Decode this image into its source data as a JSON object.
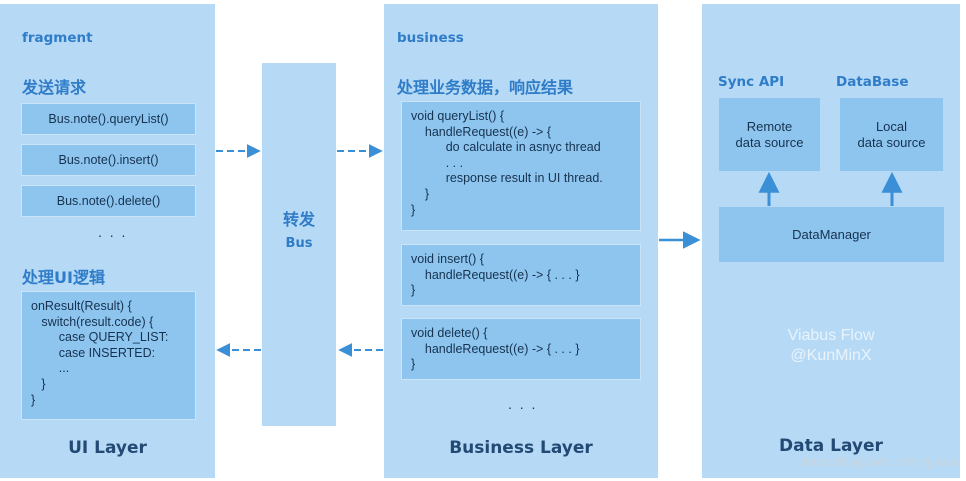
{
  "ui_layer": {
    "tag": "fragment",
    "send_heading": "发送请求",
    "requests": [
      "Bus.note().queryList()",
      "Bus.note().insert()",
      "Bus.note().delete()"
    ],
    "ellipsis": ". . .",
    "ui_heading": "处理UI逻辑",
    "code": "onResult(Result) {\n   switch(result.code) {\n        case QUERY_LIST:\n        case INSERTED:\n        ...\n   }\n}",
    "title": "UI Layer"
  },
  "bus": {
    "title_cn": "转发",
    "title_en": "Bus"
  },
  "business_layer": {
    "tag": "business",
    "heading": "处理业务数据，响应结果",
    "methods": [
      "void queryList() {\n    handleRequest((e) -> {\n          do calculate in asnyc thread\n          . . .\n          response result in UI thread.\n    }\n}",
      "void insert() {\n    handleRequest((e) -> { . . . }\n}",
      "void delete() {\n    handleRequest((e) -> { . . . }\n}"
    ],
    "ellipsis": ". . .",
    "title": "Business Layer"
  },
  "data_layer": {
    "sync_label": "Sync API",
    "db_label": "DataBase",
    "remote": "Remote\ndata source",
    "local": "Local\ndata source",
    "manager": "DataManager",
    "watermark": "Viabus Flow\n@KunMinX",
    "title": "Data Layer"
  },
  "url": "https://blog.csdn.net/hejjunlin",
  "colors": {
    "panel": "#b6daf6",
    "box": "#8ec5ef",
    "arrow": "#3a8fd6",
    "accent_text": "#2f7cc8"
  }
}
